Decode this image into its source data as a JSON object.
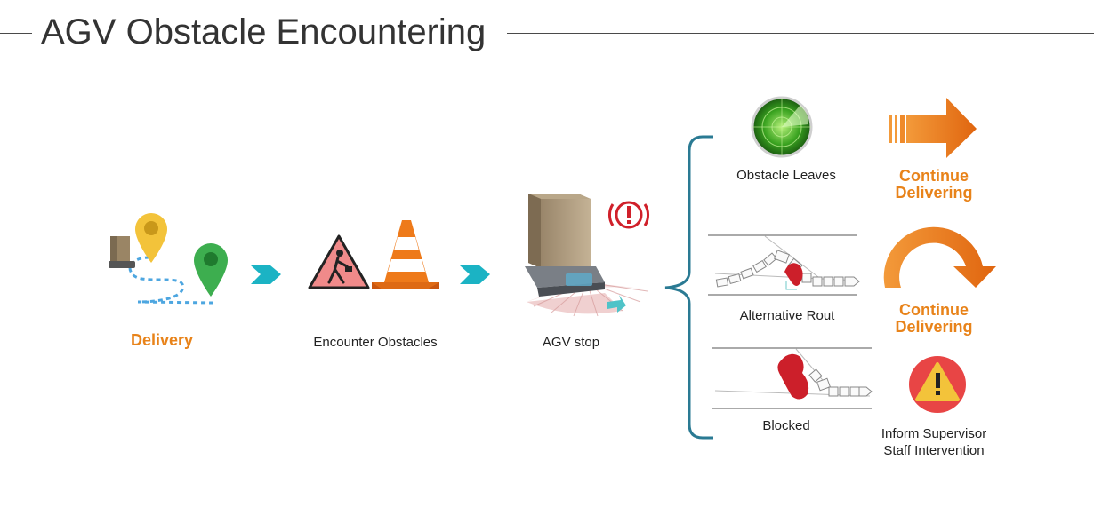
{
  "title": "AGV Obstacle Encountering",
  "steps": {
    "delivery": "Delivery",
    "encounter": "Encounter Obstacles",
    "agv_stop": "AGV stop"
  },
  "outcomes": {
    "obstacle_leaves": "Obstacle Leaves",
    "alternative_route": "Alternative Rout",
    "blocked": "Blocked"
  },
  "results": {
    "continue_1": {
      "line1": "Continue",
      "line2": "Delivering"
    },
    "continue_2": {
      "line1": "Continue",
      "line2": "Delivering"
    },
    "inform": {
      "line1": "Inform Supervisor",
      "line2": "Staff Intervention"
    }
  },
  "colors": {
    "teal": "#1bb3c4",
    "orange": "#e8701a",
    "bracket": "#2a7a93",
    "alert_red": "#d0202a"
  }
}
